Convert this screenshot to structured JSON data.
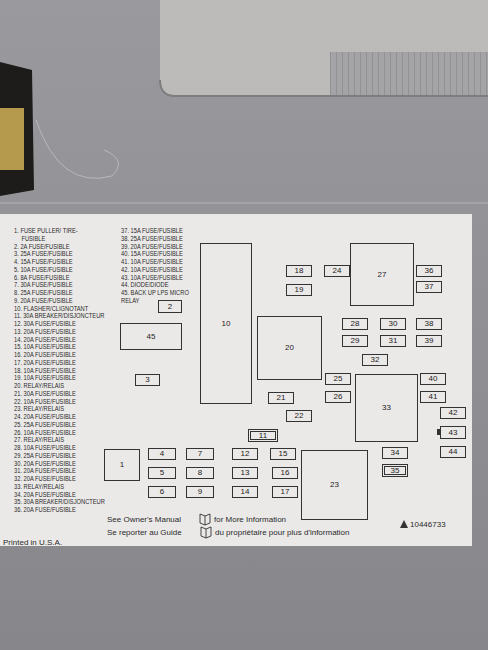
{
  "diagram": {
    "nodes": [
      {
        "text": [
          "1"
        ]
      },
      {
        "text": [
          "2"
        ]
      },
      {
        "text": [
          "3"
        ]
      },
      {
        "text": [
          "4"
        ]
      },
      {
        "text": [
          "5"
        ]
      },
      {
        "text": [
          "6"
        ]
      },
      {
        "text": [
          "7"
        ]
      },
      {
        "text": [
          "8"
        ]
      },
      {
        "text": [
          "9"
        ]
      },
      {
        "text": [
          "10"
        ]
      },
      {
        "text": [
          "11"
        ]
      },
      {
        "text": [
          "12"
        ]
      },
      {
        "text": [
          "13"
        ]
      },
      {
        "text": [
          "14"
        ]
      },
      {
        "text": [
          "15"
        ]
      },
      {
        "text": [
          "16"
        ]
      },
      {
        "text": [
          "17"
        ]
      },
      {
        "text": [
          "18"
        ]
      },
      {
        "text": [
          "19"
        ]
      },
      {
        "text": [
          "20"
        ]
      },
      {
        "text": [
          "21"
        ]
      },
      {
        "text": [
          "22"
        ]
      },
      {
        "text": [
          "23"
        ]
      },
      {
        "text": [
          "24"
        ]
      },
      {
        "text": [
          "25"
        ]
      },
      {
        "text": [
          "26"
        ]
      },
      {
        "text": [
          "27"
        ]
      },
      {
        "text": [
          "28"
        ]
      },
      {
        "text": [
          "29"
        ]
      },
      {
        "text": [
          "30"
        ]
      },
      {
        "text": [
          "31"
        ]
      },
      {
        "text": [
          "32"
        ]
      },
      {
        "text": [
          "33"
        ]
      },
      {
        "text": [
          "34"
        ]
      },
      {
        "text": [
          "35"
        ]
      },
      {
        "text": [
          "36"
        ]
      },
      {
        "text": [
          "37"
        ]
      },
      {
        "text": [
          "38"
        ]
      },
      {
        "text": [
          "39"
        ]
      },
      {
        "text": [
          "40"
        ]
      },
      {
        "text": [
          "41"
        ]
      },
      {
        "text": [
          "42"
        ]
      },
      {
        "text": [
          "43"
        ]
      },
      {
        "text": [
          "44"
        ]
      },
      {
        "text": [
          "45"
        ]
      }
    ],
    "labels": [
      "1. FUSE PULLER/ TIRE-FUSIBLE",
      "2. 2A FUSE/FUSIBLE",
      "3. 25A FUSE/FUSIBLE",
      "4. 15A FUSE/FUSIBLE",
      "5. 10A FUSE/FUSIBLE",
      "6. 8A FUSE/FUSIBLE",
      "7. 30A FUSE/FUSIBLE",
      "8. 25A FUSE/FUSIBLE",
      "9. 20A FUSE/FUSIBLE",
      "10. FLASHER/CLIGNOTANT",
      "11. 30A BREAKER/DISJONCTEUR",
      "12. 30A FUSE/FUSIBLE",
      "13. 20A FUSE/FUSIBLE",
      "14. 20A FUSE/FUSIBLE",
      "15. 10A FUSE/FUSIBLE",
      "16. 20A FUSE/FUSIBLE",
      "17. 20A FUSE/FUSIBLE",
      "18. 10A FUSE/FUSIBLE",
      "19. 10A FUSE/FUSIBLE",
      "20. RELAY/RELAIS",
      "21. 30A FUSE/FUSIBLE",
      "22. 10A FUSE/FUSIBLE",
      "23. RELAY/RELAIS",
      "24. 20A FUSE/FUSIBLE",
      "25. 25A FUSE/FUSIBLE",
      "26. 10A FUSE/FUSIBLE",
      "27. RELAY/RELAIS",
      "28. 10A FUSE/FUSIBLE",
      "29. 25A FUSE/FUSIBLE",
      "30. 20A FUSE/FUSIBLE",
      "31. 20A FUSE/FUSIBLE",
      "32. 20A FUSE/FUSIBLE",
      "33. RELAY/RELAIS",
      "34. 20A FUSE/FUSIBLE",
      "35. 30A BREAKER/DISJONCTEUR",
      "36. 20A FUSE/FUSIBLE",
      "37. 15A FUSE/FUSIBLE",
      "38. 25A FUSE/FUSIBLE",
      "39. 20A FUSE/FUSIBLE",
      "40. 15A FUSE/FUSIBLE",
      "41. 10A FUSE/FUSIBLE",
      "42. 10A FUSE/FUSIBLE",
      "43. 10A FUSE/FUSIBLE",
      "44. DIODE/DIODE",
      "45. BACK UP LPS MICRO RELAY",
      "See Owner's Manual",
      "for More Information",
      "Se reporter au Guide",
      "du propriétaire pour plus d'information",
      "Printed in U.S.A.",
      "10446733"
    ]
  }
}
